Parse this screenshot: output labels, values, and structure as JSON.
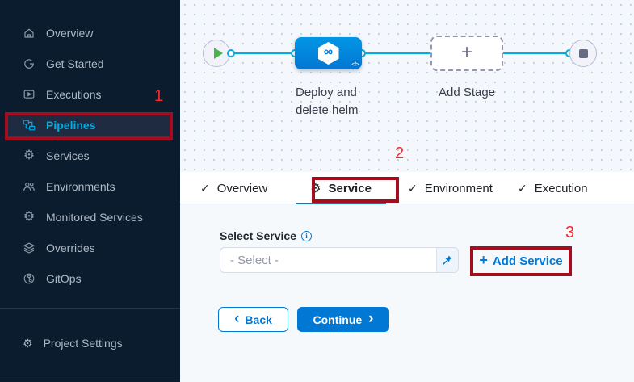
{
  "colors": {
    "accent_blue": "#0278d5",
    "flow_cyan": "#00ade4",
    "node_blue": "#0092e4",
    "start_green": "#4db24e",
    "sidebar_bg": "#0b1c2e",
    "annotation_box_red": "#a30d1e",
    "annotation_number_red": "#ee2b30"
  },
  "annotations": {
    "step1": "1",
    "step2": "2",
    "step3": "3"
  },
  "sidebar": {
    "items": [
      {
        "label": "Overview",
        "icon": "home-icon",
        "active": false
      },
      {
        "label": "Get Started",
        "icon": "get-started-icon",
        "active": false
      },
      {
        "label": "Executions",
        "icon": "executions-icon",
        "active": false
      },
      {
        "label": "Pipelines",
        "icon": "pipelines-icon",
        "active": true
      },
      {
        "label": "Services",
        "icon": "gear-icon",
        "active": false
      },
      {
        "label": "Environments",
        "icon": "people-icon",
        "active": false
      },
      {
        "label": "Monitored Services",
        "icon": "monitored-gear-icon",
        "active": false
      },
      {
        "label": "Overrides",
        "icon": "layers-icon",
        "active": false
      },
      {
        "label": "GitOps",
        "icon": "gitops-icon",
        "active": false
      }
    ],
    "footer_item": {
      "label": "Project Settings",
      "icon": "gear-icon"
    }
  },
  "canvas": {
    "stage_name": "Deploy and delete helm",
    "add_stage_label": "Add Stage"
  },
  "tabs": [
    {
      "label": "Overview",
      "icon": "check",
      "active": false
    },
    {
      "label": "Service",
      "icon": "gear",
      "active": true
    },
    {
      "label": "Environment",
      "icon": "check",
      "active": false
    },
    {
      "label": "Execution",
      "icon": "check",
      "active": false
    }
  ],
  "form": {
    "select_label": "Select Service",
    "select_value": "- Select -",
    "add_service_label": "Add Service",
    "back_label": "Back",
    "continue_label": "Continue"
  },
  "icons": {
    "check": "✓",
    "gear": "⚙",
    "plus": "+",
    "info": "i",
    "chevron_left": "‹",
    "chevron_right": "›",
    "infinity": "∞",
    "code": "</>"
  }
}
